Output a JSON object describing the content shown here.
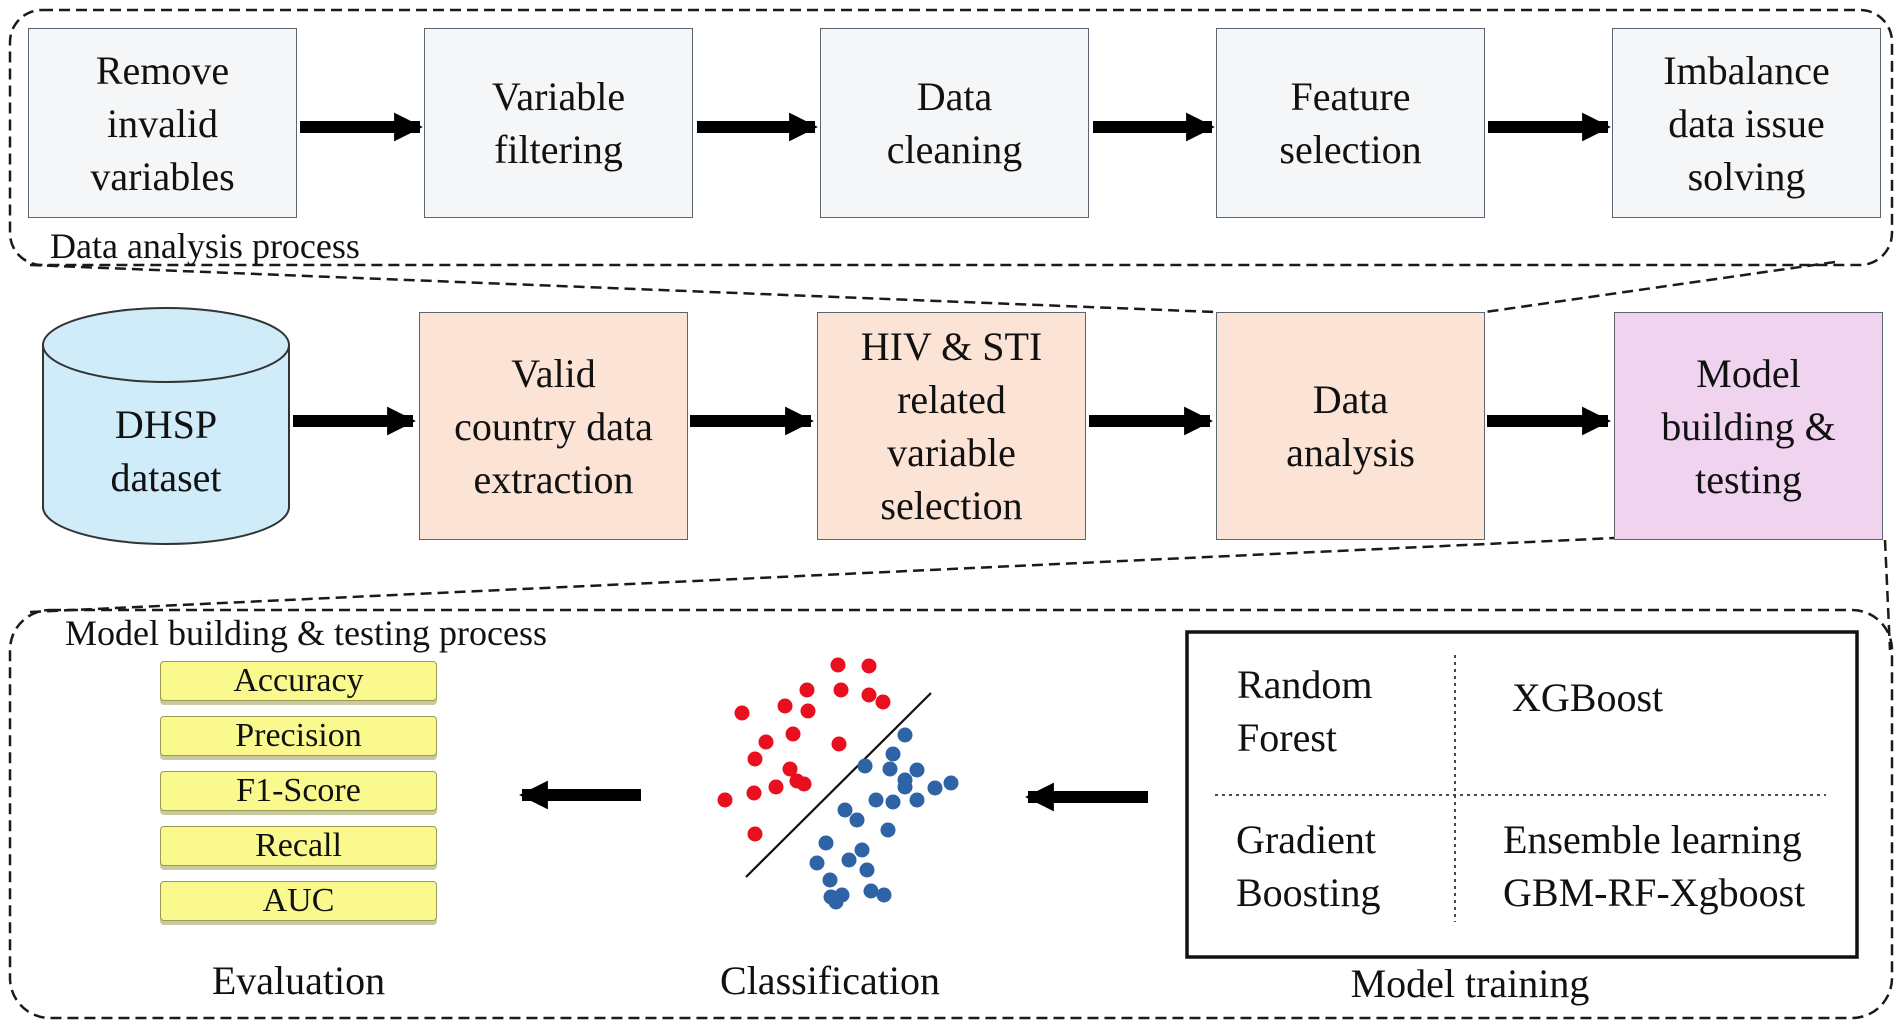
{
  "data_analysis_process": {
    "title": "Data analysis process",
    "steps": [
      {
        "lines": [
          "Remove",
          "invalid",
          "variables"
        ]
      },
      {
        "lines": [
          "Variable",
          "filtering"
        ]
      },
      {
        "lines": [
          "Data",
          "cleaning"
        ]
      },
      {
        "lines": [
          "Feature",
          "selection"
        ]
      },
      {
        "lines": [
          "Imbalance",
          "data issue",
          "solving"
        ]
      }
    ]
  },
  "main_flow": {
    "dataset": {
      "lines": [
        "DHSP",
        "dataset"
      ]
    },
    "steps": [
      {
        "lines": [
          "Valid",
          "country data",
          "extraction"
        ]
      },
      {
        "lines": [
          "HIV & STI",
          "related",
          "variable",
          "selection"
        ]
      },
      {
        "lines": [
          "Data",
          "analysis"
        ]
      },
      {
        "lines": [
          "Model",
          "building &",
          "testing"
        ]
      }
    ]
  },
  "model_process": {
    "title": "Model building & testing process",
    "evaluation": {
      "caption": "Evaluation",
      "metrics": [
        "Accuracy",
        "Precision",
        "F1-Score",
        "Recall",
        "AUC"
      ]
    },
    "classification": {
      "caption": "Classification",
      "class_colors": {
        "class_a": "#e8101e",
        "class_b": "#2e63a6"
      }
    },
    "model_training": {
      "caption": "Model training",
      "models": [
        {
          "lines": [
            "Random",
            "Forest"
          ]
        },
        {
          "lines": [
            "XGBoost"
          ]
        },
        {
          "lines": [
            "Gradient",
            "Boosting"
          ]
        },
        {
          "lines": [
            "Ensemble learning",
            "GBM-RF-Xgboost"
          ]
        }
      ]
    }
  },
  "colors": {
    "process_box": "#f5f6f7",
    "main_step": "#fbe3d5",
    "model_step": "#f0d3ef",
    "dataset": "#d0ecf9",
    "metric": "#f9f98e"
  }
}
